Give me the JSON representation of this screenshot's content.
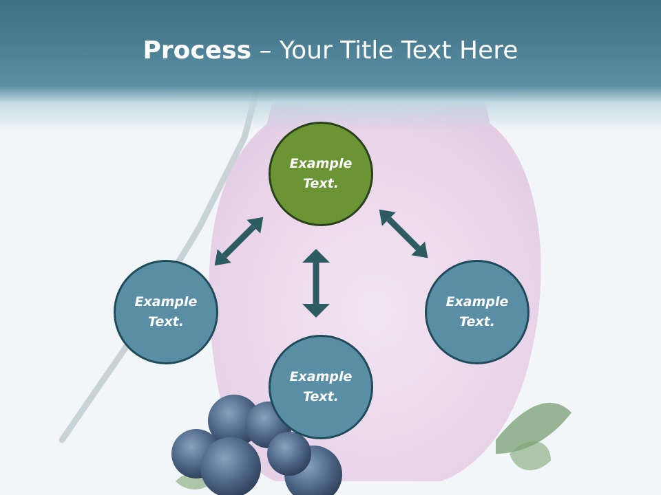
{
  "title": {
    "bold": "Process",
    "rest": " – Your Title Text Here"
  },
  "nodes": {
    "top": "Example Text.",
    "left": "Example Text.",
    "right": "Example Text.",
    "bottom": "Example Text."
  },
  "colors": {
    "header": "#4a7d92",
    "node_fill": "#5a8ea5",
    "center_fill": "#6b9434",
    "arrow": "#2c5c62"
  }
}
